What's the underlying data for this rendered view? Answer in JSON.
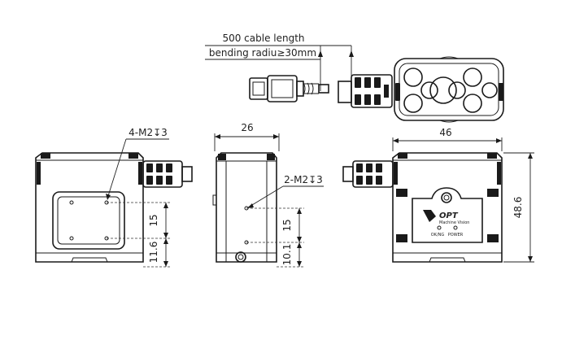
{
  "labels": {
    "cable_length": "500 cable length",
    "bending_radius": "bending radiu≥30mm",
    "front_holes": "4-M2↧3",
    "side_holes": "2-M2↧3",
    "logo_text": "OPT",
    "logo_subtext": "Machine Vision",
    "led_ok_ng": "OK/NG",
    "led_power": "POWER"
  },
  "dimensions": {
    "side_width": "26",
    "rear_width": "46",
    "rear_height": "48.6",
    "front_hole_vertical": "15",
    "front_hole_bottom": "11.6",
    "side_hole_vertical": "15",
    "side_hole_bottom": "10.1"
  },
  "icons": [
    "usb-connector-icon",
    "camera-lens-icon",
    "led-indicator-icon",
    "opt-logo-icon"
  ]
}
